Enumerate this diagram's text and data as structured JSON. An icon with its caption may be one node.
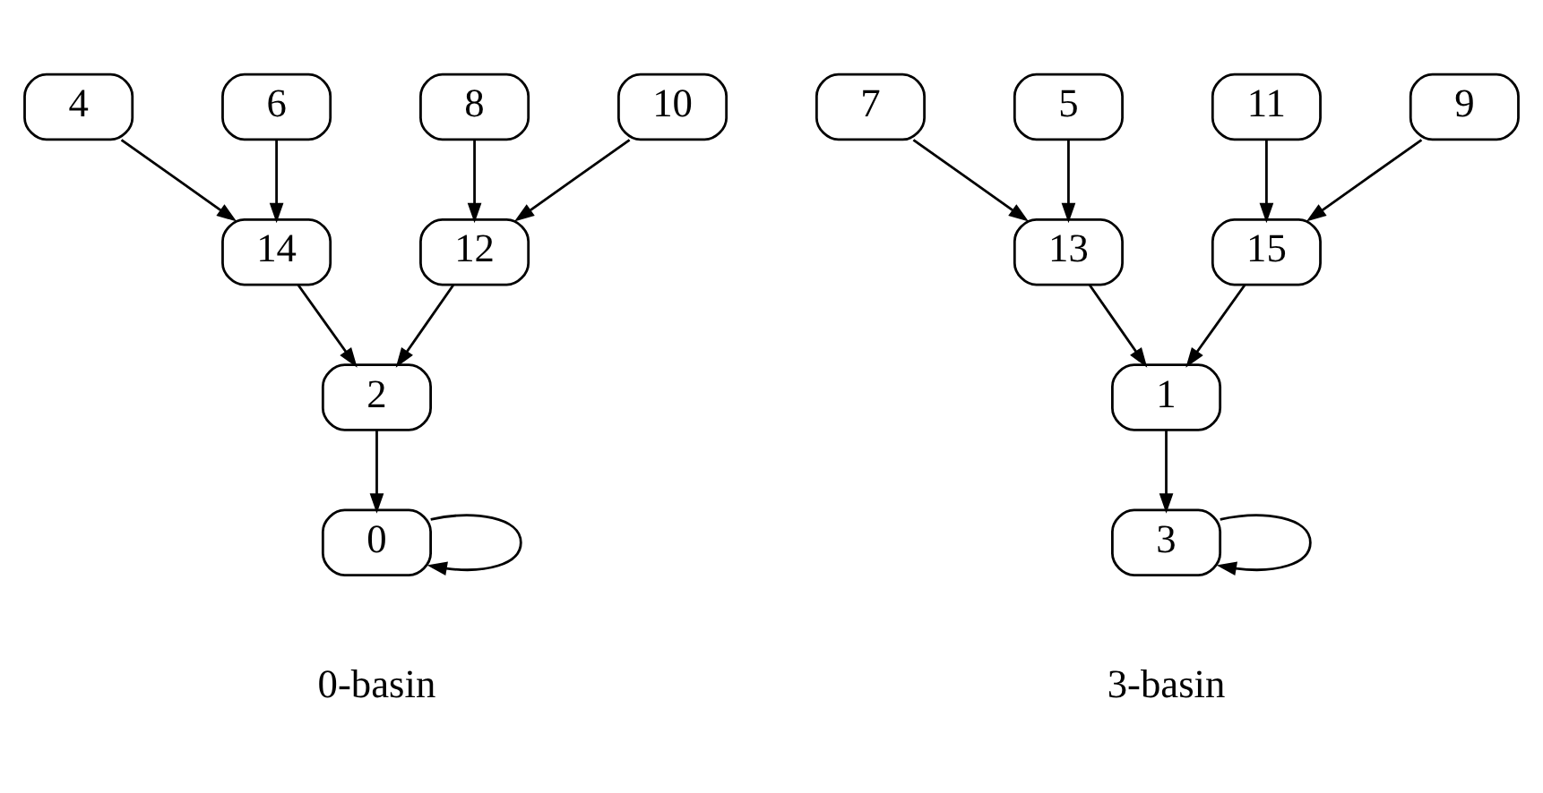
{
  "diagram": {
    "nodes": [
      {
        "text": [
          "4"
        ]
      },
      {
        "text": [
          "6"
        ]
      },
      {
        "text": [
          "8"
        ]
      },
      {
        "text": [
          "10"
        ]
      },
      {
        "text": [
          "7"
        ]
      },
      {
        "text": [
          "5"
        ]
      },
      {
        "text": [
          "11"
        ]
      },
      {
        "text": [
          "9"
        ]
      },
      {
        "text": [
          "14"
        ]
      },
      {
        "text": [
          "12"
        ]
      },
      {
        "text": [
          "13"
        ]
      },
      {
        "text": [
          "15"
        ]
      },
      {
        "text": [
          "2"
        ]
      },
      {
        "text": [
          "1"
        ]
      },
      {
        "text": [
          "0"
        ]
      },
      {
        "text": [
          "3"
        ]
      }
    ],
    "edges": [
      {
        "from": 0,
        "to": 8,
        "arrow": "to"
      },
      {
        "from": 1,
        "to": 8,
        "arrow": "to"
      },
      {
        "from": 2,
        "to": 9,
        "arrow": "to"
      },
      {
        "from": 3,
        "to": 9,
        "arrow": "to"
      },
      {
        "from": 4,
        "to": 10,
        "arrow": "to"
      },
      {
        "from": 5,
        "to": 10,
        "arrow": "to"
      },
      {
        "from": 6,
        "to": 11,
        "arrow": "to"
      },
      {
        "from": 7,
        "to": 11,
        "arrow": "to"
      },
      {
        "from": 8,
        "to": 12,
        "arrow": "to"
      },
      {
        "from": 9,
        "to": 12,
        "arrow": "to"
      },
      {
        "from": 10,
        "to": 13,
        "arrow": "to"
      },
      {
        "from": 11,
        "to": 13,
        "arrow": "to"
      },
      {
        "from": 12,
        "to": 14,
        "arrow": "to"
      },
      {
        "from": 13,
        "to": 15,
        "arrow": "to"
      },
      {
        "from": 14,
        "to": 14,
        "arrow": "to"
      },
      {
        "from": 15,
        "to": 15,
        "arrow": "to"
      }
    ],
    "labels": [
      "0-basin",
      "3-basin"
    ]
  }
}
